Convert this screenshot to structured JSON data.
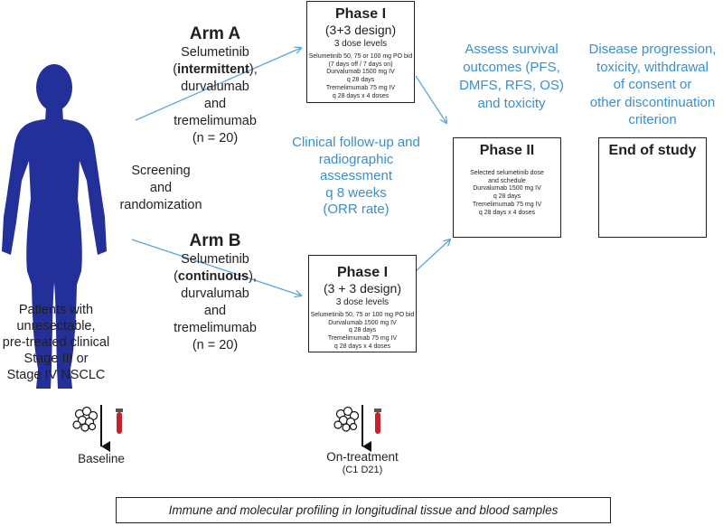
{
  "colors": {
    "figure": "#24309a",
    "arrow_blue": "#5aa6db",
    "text_blue": "#3a8fcf",
    "ink": "#231f20",
    "blood": "#c8202f"
  },
  "icons": [
    "human-body-icon",
    "tissue-cells-icon",
    "blood-tube-icon"
  ],
  "patients": {
    "lines": [
      "Patients with",
      "unresectable,",
      "pre-treated clinical",
      "Stage III or",
      "Stage IV NSCLC"
    ]
  },
  "screening": {
    "lines": [
      "Screening",
      "and",
      "randomization"
    ]
  },
  "arm_a": {
    "title": "Arm A",
    "drug1": "Selumetinib",
    "drug1_paren_open": "(",
    "drug1_mode": "intermittent",
    "drug1_paren_close": "),",
    "drug2": "durvalumab",
    "and": "and",
    "drug3": "tremelimumab",
    "n": "(n = 20)"
  },
  "arm_b": {
    "title": "Arm B",
    "drug1": "Selumetinib",
    "drug1_paren_open": "(",
    "drug1_mode": "continuous",
    "drug1_paren_close": "),",
    "drug2": "durvalumab",
    "and": "and",
    "drug3": "tremelimumab",
    "n": "(n = 20)"
  },
  "phase1_a": {
    "title": "Phase I",
    "design": "(3+3 design)",
    "levels": "3 dose levels",
    "details": [
      "Selumetinib 50, 75 or 100 mg PO bid",
      "(7 days off / 7 days on)",
      "Durvalumab 1500 mg IV",
      "q 28 days",
      "Tremelimumab 75 mg IV",
      "q 28 days x 4 doses"
    ]
  },
  "phase1_b": {
    "title": "Phase I",
    "design": "(3 + 3 design)",
    "levels": "3 dose levels",
    "details": [
      "Selumetinib 50, 75 or 100 mg PO bid",
      "Durvalumab 1500 mg IV",
      "q 28 days",
      "Tremelimumab 75 mg IV",
      "q 28 days x 4 doses"
    ]
  },
  "followup": {
    "lines": [
      "Clinical follow-up and",
      "radiographic",
      "assessment",
      "q 8 weeks",
      "(ORR rate)"
    ]
  },
  "survival": {
    "lines": [
      "Assess survival",
      "outcomes (PFS,",
      "DMFS, RFS, OS)",
      "and toxicity"
    ]
  },
  "phase2": {
    "title": "Phase II",
    "details": [
      "Selected selumetinib dose",
      "and schedule",
      "Durvalumab 1500 mg IV",
      "q 28 days",
      "Tremelimumab 75 mg IV",
      "q 28 days x 4 doses"
    ]
  },
  "end_criteria": {
    "lines": [
      "Disease progression,",
      "toxicity, withdrawal",
      "of consent or",
      "other discontinuation",
      "criterion"
    ]
  },
  "end_study": {
    "title": "End of study"
  },
  "baseline": {
    "label": "Baseline"
  },
  "on_treatment": {
    "label": "On-treatment",
    "sub": "(C1 D21)"
  },
  "footer": {
    "text": "Immune and molecular profiling in longitudinal tissue and blood samples"
  }
}
